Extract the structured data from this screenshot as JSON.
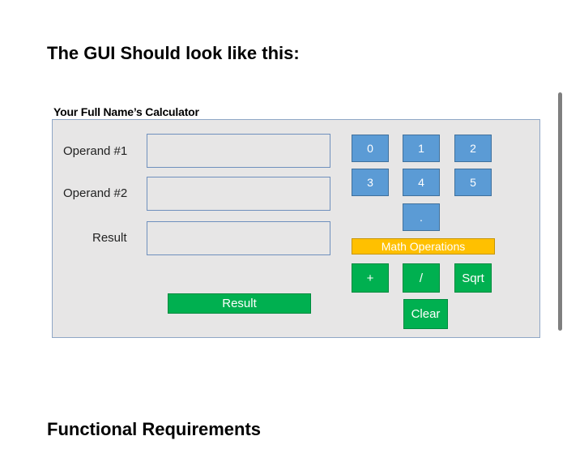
{
  "headings": {
    "gui": "The GUI Should look like this:",
    "functional": "Functional Requirements"
  },
  "calculator": {
    "title": "Your Full Name’s Calculator",
    "labels": {
      "operand1": "Operand #1",
      "operand2": "Operand #2",
      "result": "Result"
    },
    "digit_buttons": [
      "0",
      "1",
      "2",
      "3",
      "4",
      "5",
      "."
    ],
    "math_operations_label": "Math Operations",
    "operation_buttons": [
      "+",
      "/",
      "Sqrt"
    ],
    "result_button": "Result",
    "clear_button": "Clear"
  },
  "colors": {
    "window_bg": "#e7e6e6",
    "digit_button": "#5b9bd5",
    "action_button": "#00b050",
    "math_label_bg": "#ffc000"
  }
}
